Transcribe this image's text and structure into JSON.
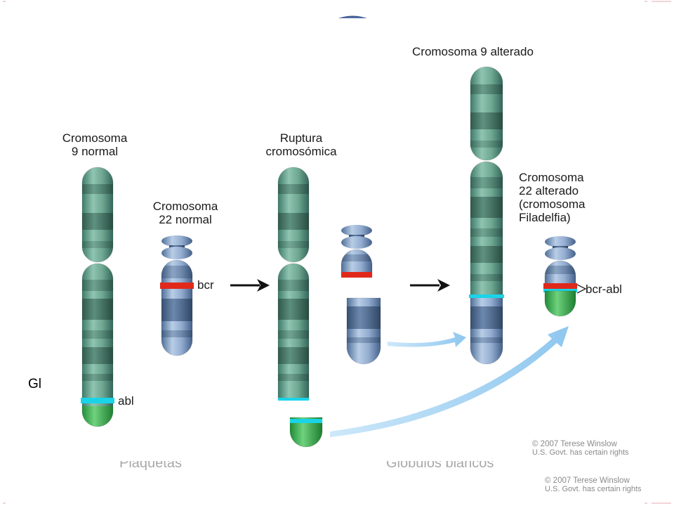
{
  "diagram": {
    "labels": {
      "chr9_normal": [
        "Cromosoma",
        "9 normal"
      ],
      "chr22_normal": [
        "Cromosoma",
        "22 normal"
      ],
      "break": [
        "Ruptura",
        "cromosómica"
      ],
      "chr9_altered": "Cromosoma 9 alterado",
      "chr22_altered": [
        "Cromosoma",
        "22 alterado",
        "(cromosoma",
        "Filadelfia)"
      ],
      "gene_bcr": "bcr",
      "gene_abl": "abl",
      "gene_fusion": "bcr-abl"
    },
    "credit": {
      "line1": "© 2007 Terese Winslow",
      "line2": "U.S. Govt. has certain rights"
    },
    "colors": {
      "green_body": "#5f9e88",
      "green_dark_band": "#3d6e5f",
      "blue_body": "#7f9fc6",
      "blue_dark_band": "#4e6f98",
      "red_band": "#e0291b",
      "cyan_band": "#19d4e8",
      "green_tip": "#34b04a",
      "arrow_light": "#a9d6f3"
    }
  },
  "slide": {
    "fragment_left": "Gl",
    "background_text_left": "Plaquetas",
    "background_text_right": "Glóbulos blancos",
    "background_credit": {
      "line1": "© 2007 Terese Winslow",
      "line2": "U.S. Govt. has certain rights"
    }
  }
}
